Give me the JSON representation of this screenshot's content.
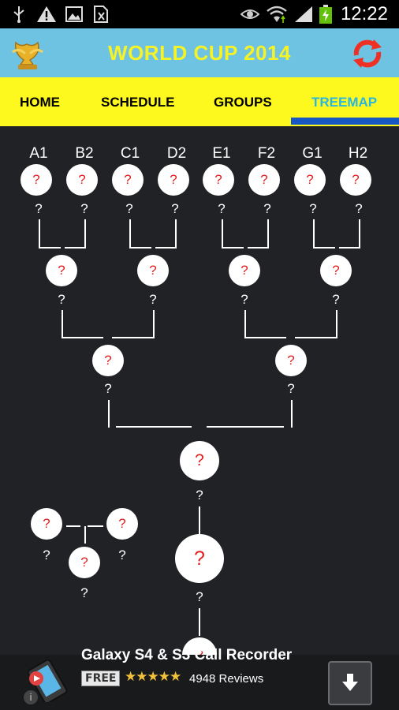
{
  "status_bar": {
    "time": "12:22"
  },
  "app": {
    "title": "WORLD CUP 2014"
  },
  "tabs": [
    {
      "label": "HOME"
    },
    {
      "label": "SCHEDULE"
    },
    {
      "label": "GROUPS"
    },
    {
      "label": "TREEMAP"
    }
  ],
  "bracket": {
    "teams": [
      "A1",
      "B2",
      "C1",
      "D2",
      "E1",
      "F2",
      "G1",
      "H2"
    ],
    "unknown": "?"
  },
  "ad": {
    "title": "Galaxy S4 & S3 Call Recorder",
    "price": "FREE",
    "stars": "★★★★★",
    "reviews": "4948 Reviews"
  },
  "colors": {
    "title_bar": "#6ec3e3",
    "tab_bar": "#fdf81e",
    "active_tab": "#29b6e3",
    "ball_mark": "#e32020"
  }
}
